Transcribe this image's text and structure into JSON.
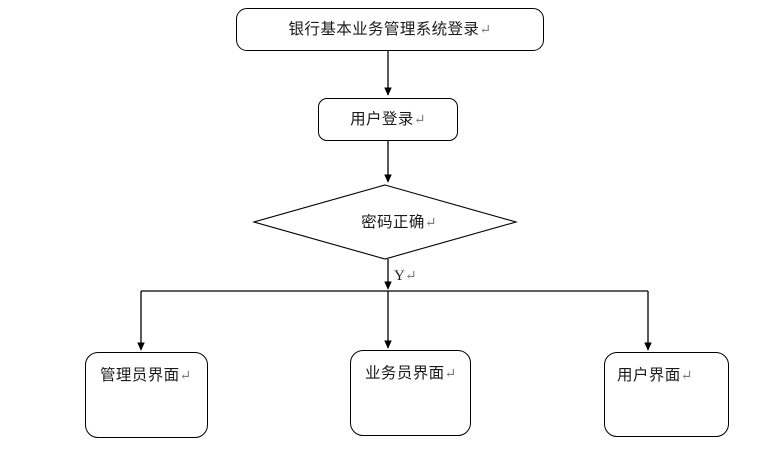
{
  "diagram": {
    "type": "flowchart",
    "title_node": "node-system-login",
    "orientation": "top-down",
    "stroke_color": "#000000",
    "fill_color": "#ffffff",
    "text_color": "#1a1a1a",
    "pilcrow_color": "#7d7d7d",
    "pilcrow": "↵",
    "nodes": {
      "system_login": {
        "label": "银行基本业务管理系统登录",
        "shape": "rounded-rectangle"
      },
      "user_login": {
        "label": "用户登录",
        "shape": "rounded-rectangle"
      },
      "password_check": {
        "label": "密码正确",
        "shape": "diamond"
      },
      "admin_ui": {
        "label": "管理员界面",
        "shape": "rounded-rectangle"
      },
      "clerk_ui": {
        "label": "业务员界面",
        "shape": "rounded-rectangle"
      },
      "user_ui": {
        "label": "用户界面",
        "shape": "rounded-rectangle"
      }
    },
    "edges": {
      "yes_label": "Y"
    }
  }
}
